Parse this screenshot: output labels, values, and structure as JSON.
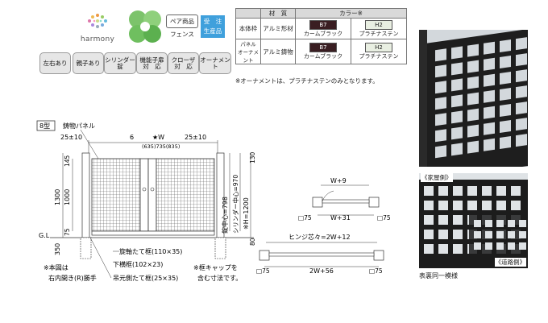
{
  "brand": {
    "name": "harmony"
  },
  "clover_badge": "",
  "pair_product": {
    "line1": "ペア商品",
    "line2": "フェンス"
  },
  "made_to_order": {
    "line1": "受　注",
    "line2": "生産品"
  },
  "features": [
    "左右あり",
    "親子あり",
    "シリンダー\n錠",
    "機能子扉\n対　応",
    "クローザ\n対　応",
    "オーナメント"
  ],
  "material_table": {
    "headers": [
      "材　質",
      "カラー※"
    ],
    "rows": [
      {
        "part": "本体枠",
        "material": "アルミ形材",
        "c1_code": "B7",
        "c1_name": "カームブラック",
        "c2_code": "H2",
        "c2_name": "プラチナステン"
      },
      {
        "part": "パネル\nオーナメント",
        "material": "アルミ鋳物",
        "c1_code": "B7",
        "c1_name": "カームブラック",
        "c2_code": "H2",
        "c2_name": "プラチナステン"
      }
    ],
    "note": "※オーナメントは、プラチナステンのみとなります。"
  },
  "drawing": {
    "model": "8型",
    "labels": {
      "cast_panel": "鋳物パネル",
      "dim_25_10_left": "25±10",
      "dim_6": "6",
      "dim_W": "★W",
      "dim_25_10_right": "25±10",
      "w_options": "(635)735(835)",
      "dim_145": "145",
      "dim_130": "130",
      "dim_1300": "1300",
      "dim_1000": "1000",
      "dim_75": "75",
      "dim_350": "350",
      "dim_80": "80",
      "gl": "G.L",
      "lock_center": "錠中心=798",
      "cylinder_center": "シリンダー中心=970",
      "height": "※H=1200",
      "pivot_frame": "旋軸たて框(110×35)",
      "bottom_frame": "下横框(102×23)",
      "hanging_frame": "吊元側たて框(25×35)",
      "note_left_1": "※本図は",
      "note_left_2": "右内開き(R)勝手",
      "note_right_1": "※框キャップを",
      "note_right_2": "含む寸法です。"
    }
  },
  "plan": {
    "top": {
      "w9": "W+9",
      "w31": "W+31",
      "sq75l": "□75",
      "sq75r": "□75"
    },
    "bottom": {
      "hinge": "ヒンジ芯々=2W+12",
      "w56": "2W+56",
      "sq75l": "□75",
      "sq75r": "□75"
    }
  },
  "photos": {
    "house_side": "《家屋側》",
    "road_side": "《道路側》",
    "caption": "表裏同一模様"
  }
}
